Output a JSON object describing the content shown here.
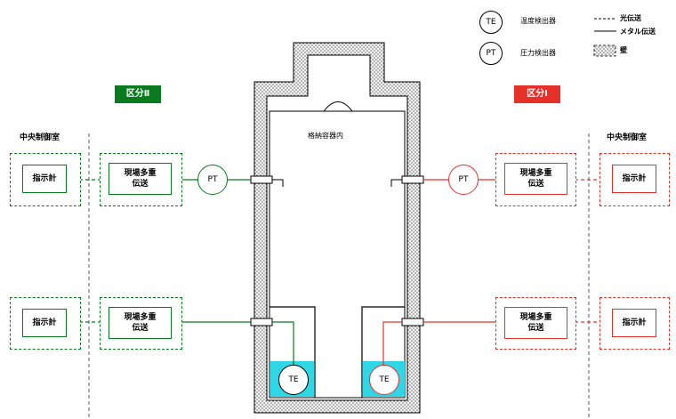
{
  "legend": {
    "te_symbol": "TE",
    "te_label": "温度検出器",
    "pt_symbol": "PT",
    "pt_label": "圧力検出器",
    "optical_label": "光伝送",
    "metal_label": "メタル伝送",
    "wall_label": "壁"
  },
  "division2": {
    "label": "区分Ⅱ",
    "color": "#0a7a1e"
  },
  "division1": {
    "label": "区分Ⅰ",
    "color": "#e8302b"
  },
  "control_room_left": "中央制御室",
  "control_room_right": "中央制御室",
  "containment_label": "格納容器内",
  "indicator_label": "指示計",
  "multiplex_line1": "現場多重",
  "multiplex_line2": "伝送",
  "pt_label": "PT",
  "te_label": "TE",
  "colors": {
    "water": "#2fd6e6",
    "wall": "#bdbdbd"
  }
}
